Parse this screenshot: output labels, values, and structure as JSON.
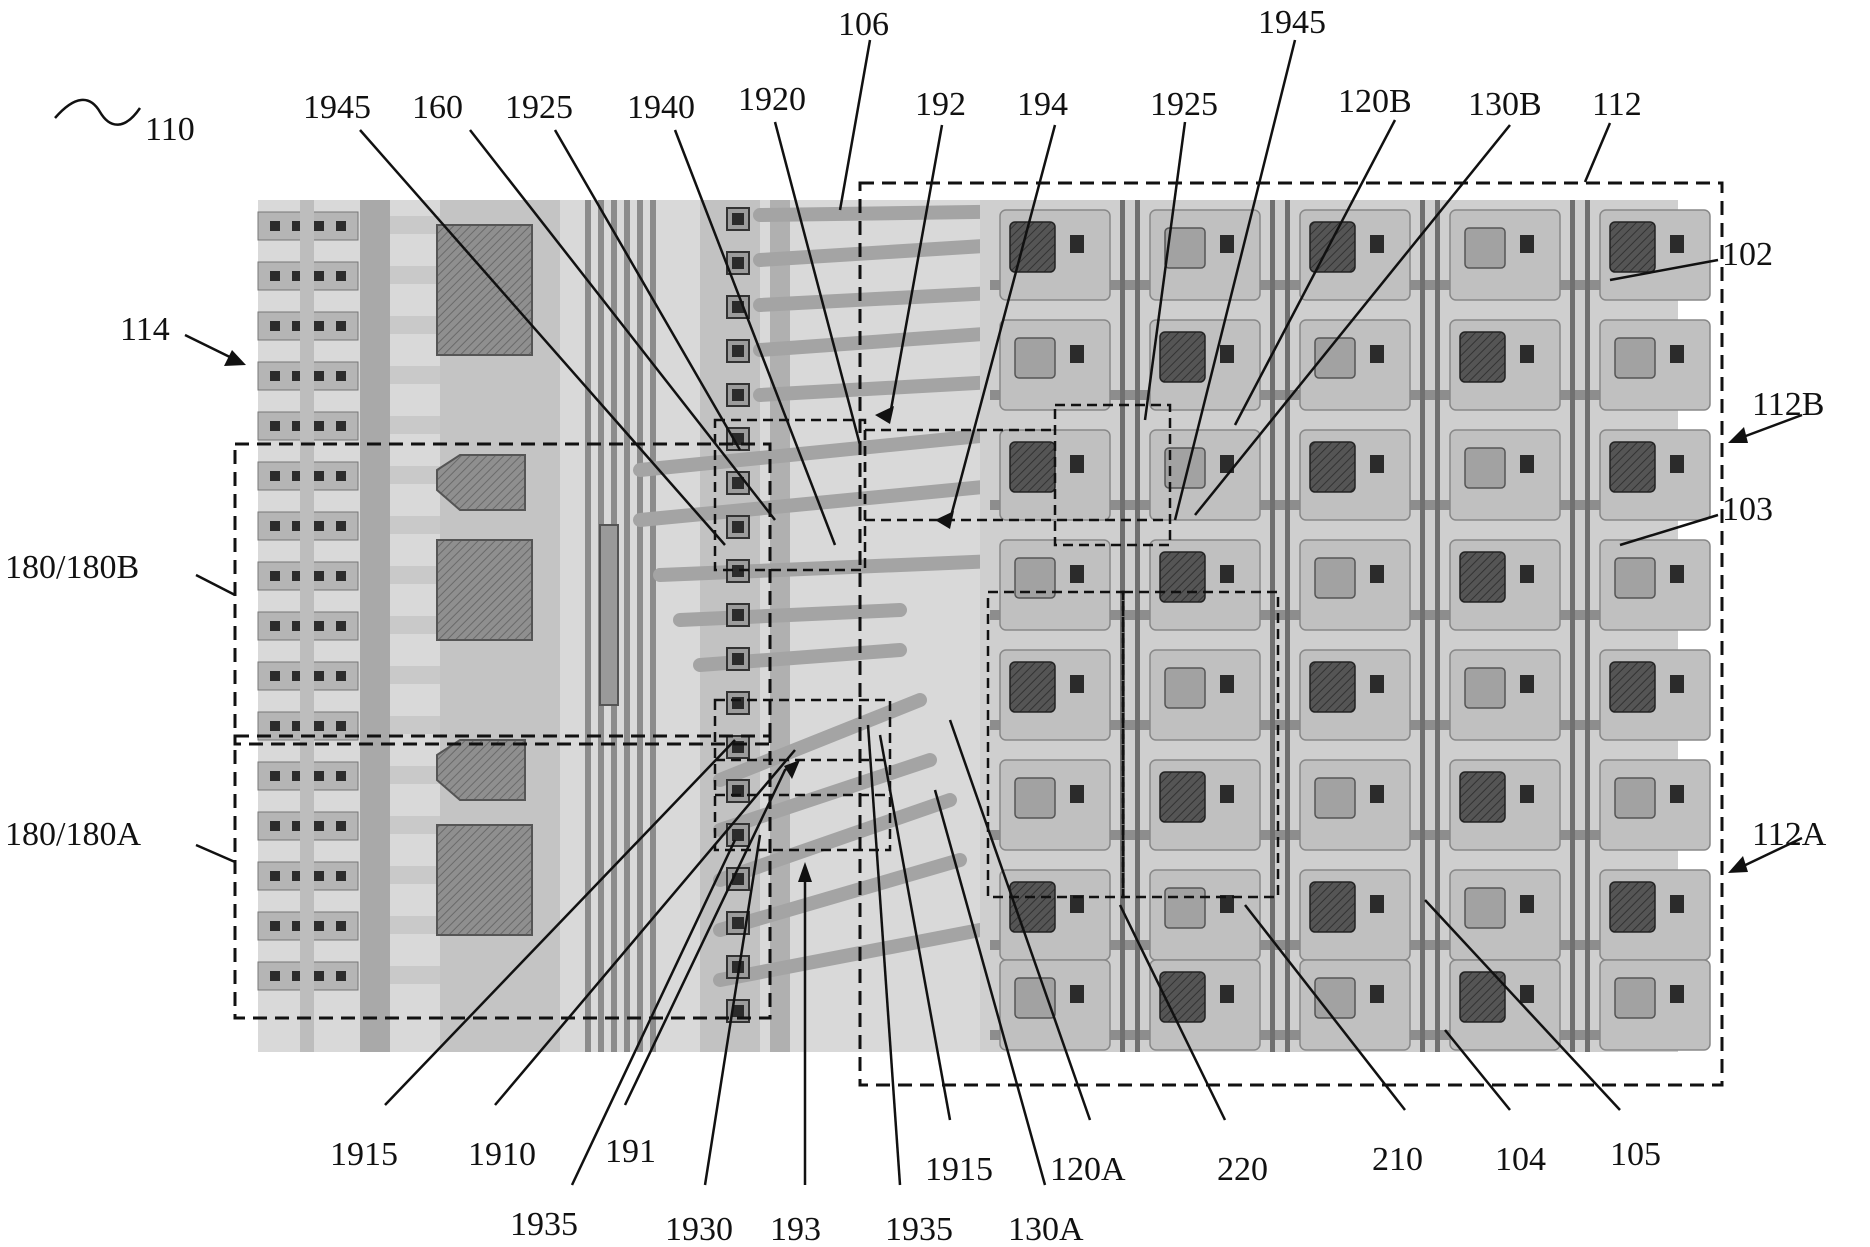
{
  "figure": {
    "ref": "110"
  },
  "labels": {
    "l106": "106",
    "l1945_top": "1945",
    "l1945_left": "1945",
    "l160": "160",
    "l1925_left": "1925",
    "l1940": "1940",
    "l1920": "1920",
    "l192": "192",
    "l194": "194",
    "l1925_right": "1925",
    "l120B": "120B",
    "l130B": "130B",
    "l112": "112",
    "l102": "102",
    "l114": "114",
    "l112B": "112B",
    "l103": "103",
    "l180B": "180/180B",
    "l180A": "180/180A",
    "l112A": "112A",
    "l1915_left": "1915",
    "l1910": "1910",
    "l1935_left": "1935",
    "l191": "191",
    "l1930": "1930",
    "l193": "193",
    "l1935_mid": "1935",
    "l1915_mid": "1915",
    "l130A": "130A",
    "l120A": "120A",
    "l220": "220",
    "l210": "210",
    "l104": "104",
    "l105": "105"
  },
  "colors": {
    "substrate": "#cfcfcf",
    "metal_light": "#b9b9b9",
    "metal_mid": "#9a9a9a",
    "metal_dark": "#4a4a4a",
    "via": "#2b2b2b",
    "ink": "#111111"
  }
}
